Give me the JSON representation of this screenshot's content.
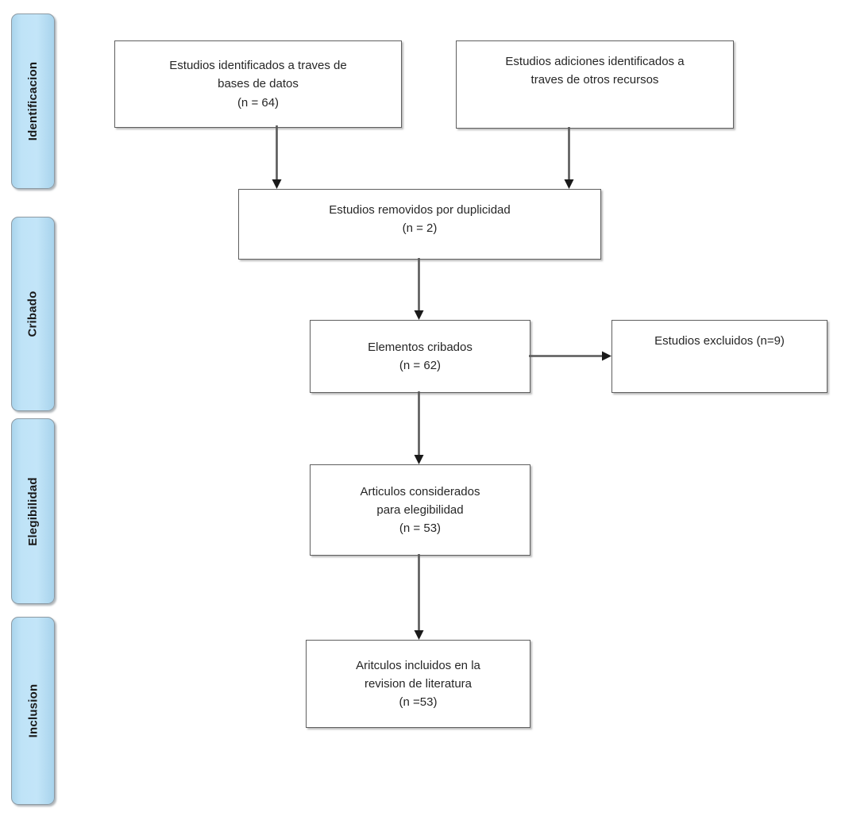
{
  "diagram": {
    "title": "PRISMA flow diagram",
    "language": "es",
    "accent_color": "#bfe3f7",
    "border_color": "#5f5f5f",
    "arrow_color": "#595959"
  },
  "stages": [
    {
      "id": "identificacion",
      "label": "Identificacion"
    },
    {
      "id": "cribado",
      "label": "Cribado"
    },
    {
      "id": "elegibilidad",
      "label": "Elegibilidad"
    },
    {
      "id": "inclusion",
      "label": "Inclusion"
    }
  ],
  "boxes": [
    {
      "id": "records-databases",
      "text": "Estudios identificados a traves de\nbases de datos\n(n = 64)",
      "count": 64
    },
    {
      "id": "records-other-sources",
      "text": "Estudios adiciones identificados a\ntraves de otros recursos",
      "count": null
    },
    {
      "id": "duplicates-removed",
      "text": "Estudios removidos por duplicidad\n(n = 2)",
      "count": 2
    },
    {
      "id": "records-screened",
      "text": "Elementos cribados\n(n = 62)",
      "count": 62
    },
    {
      "id": "records-excluded",
      "text": "Estudios excluidos (n=9)",
      "count": 9
    },
    {
      "id": "full-text-eligibility",
      "text": "Articulos considerados\npara elegibilidad\n(n = 53)",
      "count": 53
    },
    {
      "id": "studies-included",
      "text": "Aritculos incluidos en la\nrevision de literatura\n(n =53)",
      "count": 53
    }
  ],
  "connectors": [
    {
      "id": "databases-to-duplicates",
      "from": "records-databases",
      "to": "duplicates-removed",
      "direction": "down"
    },
    {
      "id": "other-to-duplicates",
      "from": "records-other-sources",
      "to": "duplicates-removed",
      "direction": "down"
    },
    {
      "id": "duplicates-to-screened",
      "from": "duplicates-removed",
      "to": "records-screened",
      "direction": "down"
    },
    {
      "id": "screened-to-excluded",
      "from": "records-screened",
      "to": "records-excluded",
      "direction": "right"
    },
    {
      "id": "screened-to-eligibility",
      "from": "records-screened",
      "to": "full-text-eligibility",
      "direction": "down"
    },
    {
      "id": "eligibility-to-included",
      "from": "full-text-eligibility",
      "to": "studies-included",
      "direction": "down"
    }
  ]
}
